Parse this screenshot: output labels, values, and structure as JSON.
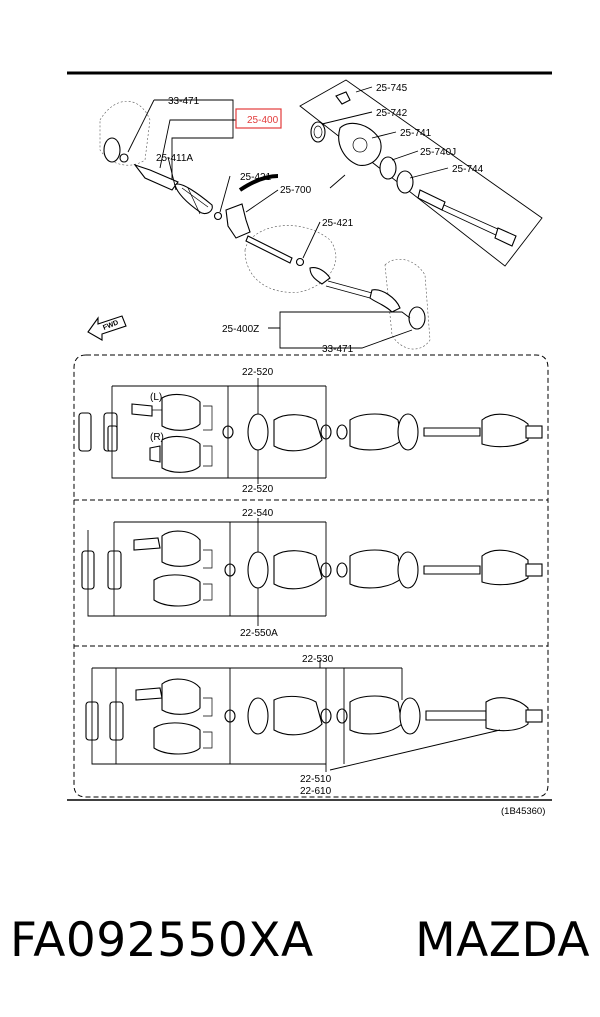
{
  "labels": {
    "l_33471_top": "33-471",
    "l_25400": "25-400",
    "l_25411A": "25-411A",
    "l_25421_a": "25-421",
    "l_25421_b": "25-421",
    "l_25700": "25-700",
    "l_25745": "25-745",
    "l_25742": "25-742",
    "l_25741": "25-741",
    "l_25740J": "25-740J",
    "l_25744": "25-744",
    "l_25400Z": "25-400Z",
    "l_33471_bot": "33-471",
    "l_fwd": "FWD",
    "l_L": "(L)",
    "l_R": "(R)",
    "l_22520_top": "22-520",
    "l_22520_bot": "22-520",
    "l_22540": "22-540",
    "l_22550A": "22-550A",
    "l_22530": "22-530",
    "l_22510": "22-510",
    "l_22610": "22-610",
    "l_ref": "(1B45360)"
  },
  "colors": {
    "highlight": "#e23b3b",
    "ink": "#000000"
  },
  "footer": {
    "part_number": "FA092550XA",
    "brand": "MAZDA"
  }
}
